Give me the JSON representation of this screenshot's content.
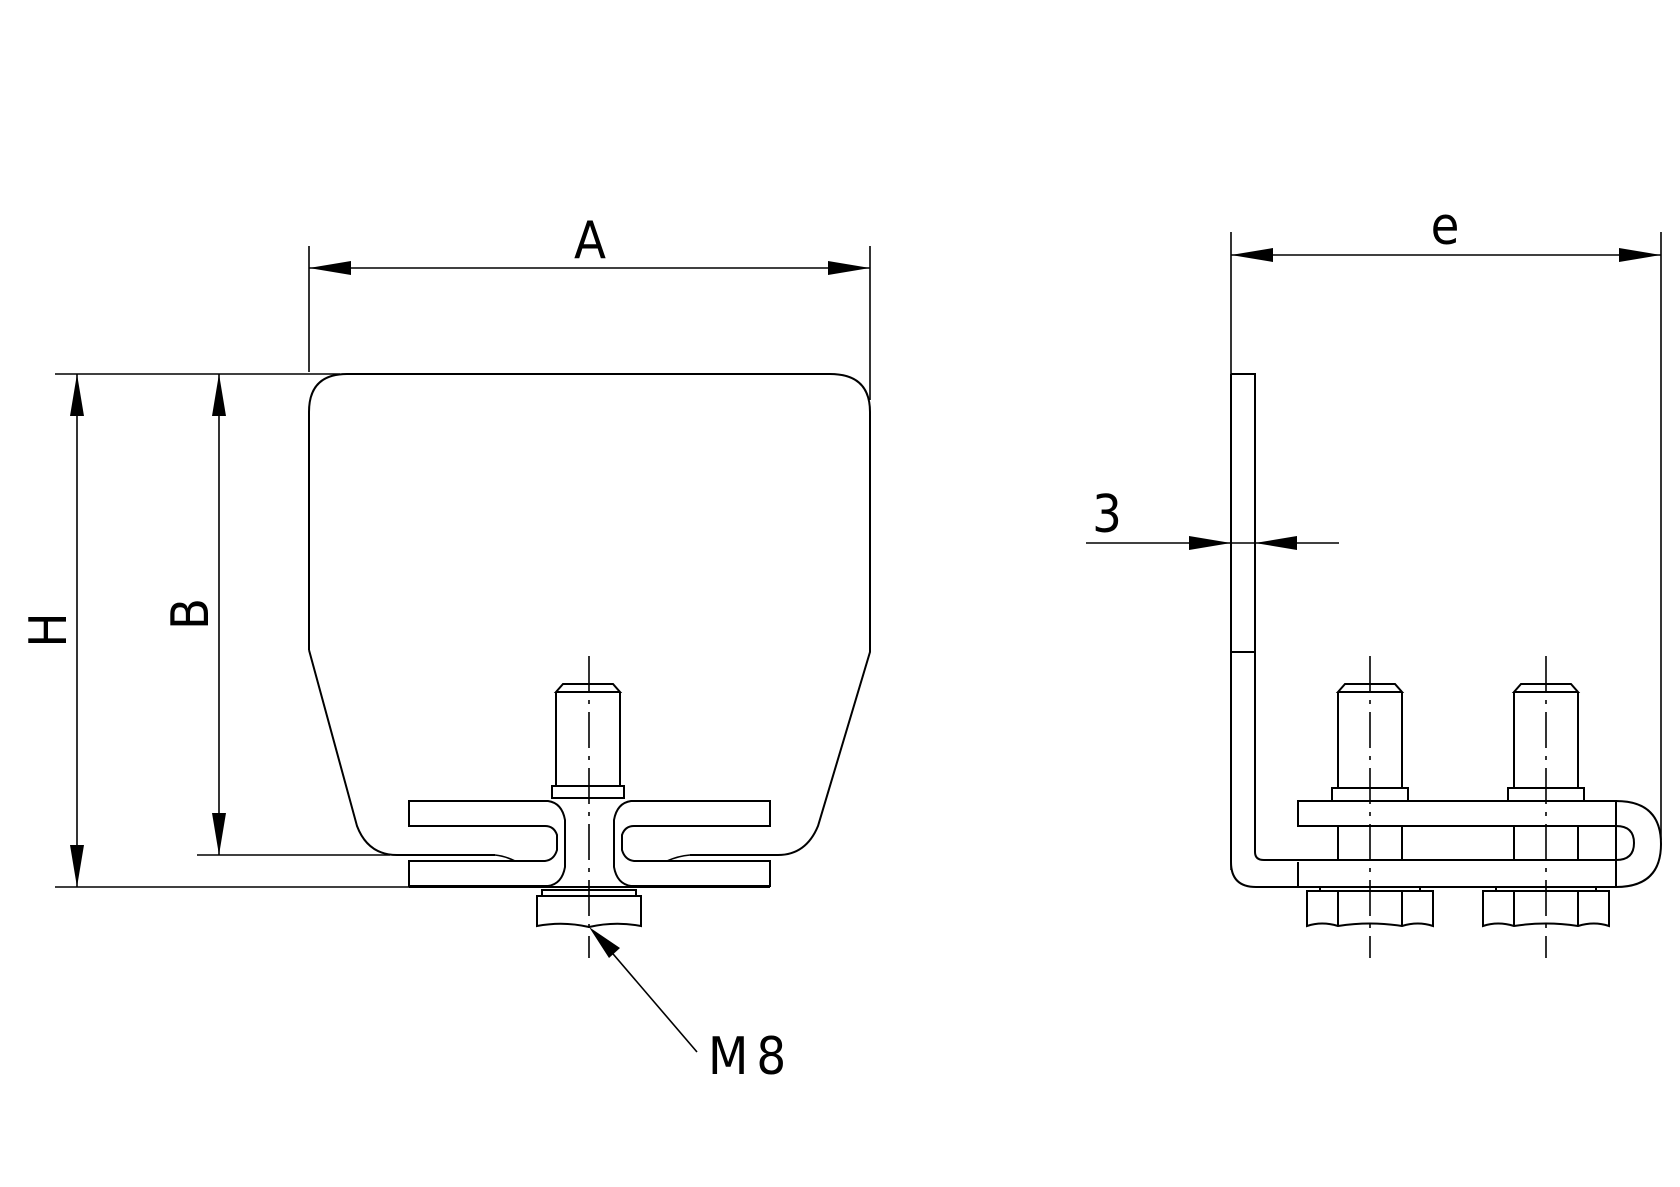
{
  "drawing": {
    "background": "#ffffff",
    "line_color": "#000000",
    "views": [
      {
        "name": "front-view",
        "description": "Front view of trolley bracket with single M8 bolt"
      },
      {
        "name": "side-view",
        "description": "Side view of bracket showing two bolts"
      }
    ],
    "dimensions": {
      "width_label": "A",
      "inner_height_label": "B",
      "total_height_label": "H",
      "depth_label": "e",
      "thickness_label": "3",
      "bolt_label": "M8"
    }
  }
}
